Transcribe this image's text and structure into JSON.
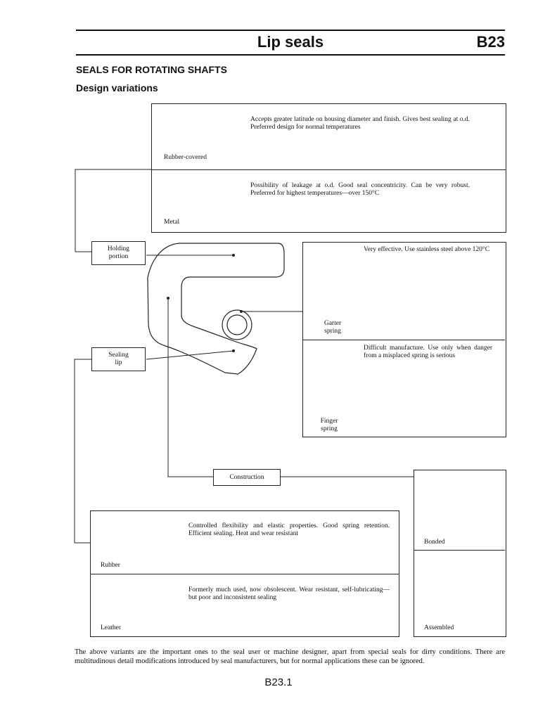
{
  "header": {
    "title": "Lip seals",
    "code": "B23"
  },
  "section": {
    "heading": "SEALS FOR ROTATING SHAFTS",
    "subheading": "Design variations"
  },
  "holding_portion": {
    "label": "Holding portion",
    "variants": [
      {
        "name": "Rubber-covered",
        "description": "Accepts greater latitude on housing diameter and finish. Gives best sealing at o.d. Preferred design for normal temperatures"
      },
      {
        "name": "Metal",
        "description": "Possibility of leakage at o.d. Good seal concentricity. Can be very robust. Preferred for highest temperatures—over 150°C"
      }
    ]
  },
  "spring": {
    "variants": [
      {
        "name": "Garter spring",
        "description": "Very effective. Use stainless steel above 120°C"
      },
      {
        "name": "Finger spring",
        "description": "Difficult manufacture. Use only when danger from a misplaced spring is serious"
      }
    ]
  },
  "sealing_lip": {
    "label": "Sealing lip",
    "variants": [
      {
        "name": "Rubber",
        "description": "Controlled flexibility and elastic properties. Good spring retention. Efficient sealing. Heat and wear resistant"
      },
      {
        "name": "Leather",
        "description": "Formerly much used, now obsolescent. Wear resistant, self-lubricating—but poor and inconsistent sealing"
      }
    ]
  },
  "construction": {
    "label": "Construction",
    "variants": [
      {
        "name": "Bonded"
      },
      {
        "name": "Assembled"
      }
    ]
  },
  "footer": {
    "note": "The above variants are the important ones to the seal user or machine designer, apart from special seals for dirty conditions. There are multitudinous detail modifications introduced by seal manufacturers, but for normal applications these can be ignored.",
    "page_number": "B23.1"
  }
}
